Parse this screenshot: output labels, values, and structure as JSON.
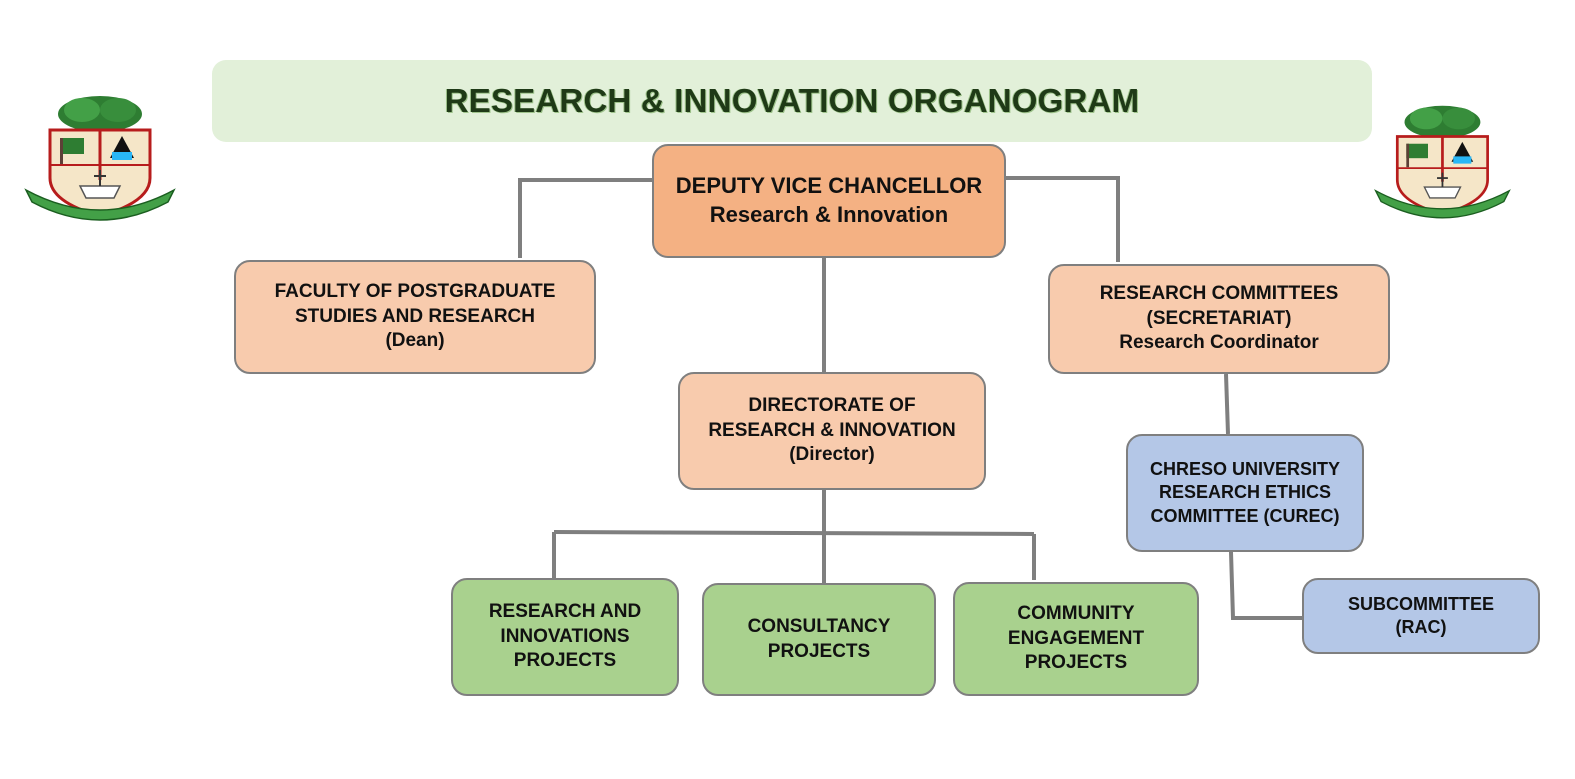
{
  "header": {
    "title": "RESEARCH & INNOVATION ORGANOGRAM"
  },
  "logo": {
    "alt_text": "CHRESO UNIVERSITY"
  },
  "nodes": {
    "dvc": {
      "line1": "DEPUTY VICE CHANCELLOR",
      "line2": "Research & Innovation"
    },
    "faculty": {
      "line1": "FACULTY OF POSTGRADUATE",
      "line2": "STUDIES AND RESEARCH",
      "line3": "(Dean)"
    },
    "committees": {
      "line1": "RESEARCH COMMITTEES",
      "line2": "(SECRETARIAT)",
      "line3": "Research Coordinator"
    },
    "directorate": {
      "line1": "DIRECTORATE OF",
      "line2": "RESEARCH & INNOVATION",
      "line3": "(Director)"
    },
    "curec": {
      "line1": "CHRESO UNIVERSITY",
      "line2": "RESEARCH ETHICS",
      "line3": "COMMITTEE (CUREC)"
    },
    "subcommittee": {
      "line1": "SUBCOMMITTEE",
      "line2": "(RAC)"
    },
    "research_projects": {
      "line1": "RESEARCH AND",
      "line2": "INNOVATIONS",
      "line3": "PROJECTS"
    },
    "consultancy": {
      "line1": "CONSULTANCY",
      "line2": "PROJECTS"
    },
    "community": {
      "line1": "COMMUNITY",
      "line2": "ENGAGEMENT",
      "line3": "PROJECTS"
    }
  },
  "colors": {
    "banner": "#e2f0d9",
    "dvc": "#f4b183",
    "salmon": "#f8cbad",
    "blue": "#b4c7e7",
    "green": "#a9d18e",
    "connector": "#7f7f7f"
  }
}
